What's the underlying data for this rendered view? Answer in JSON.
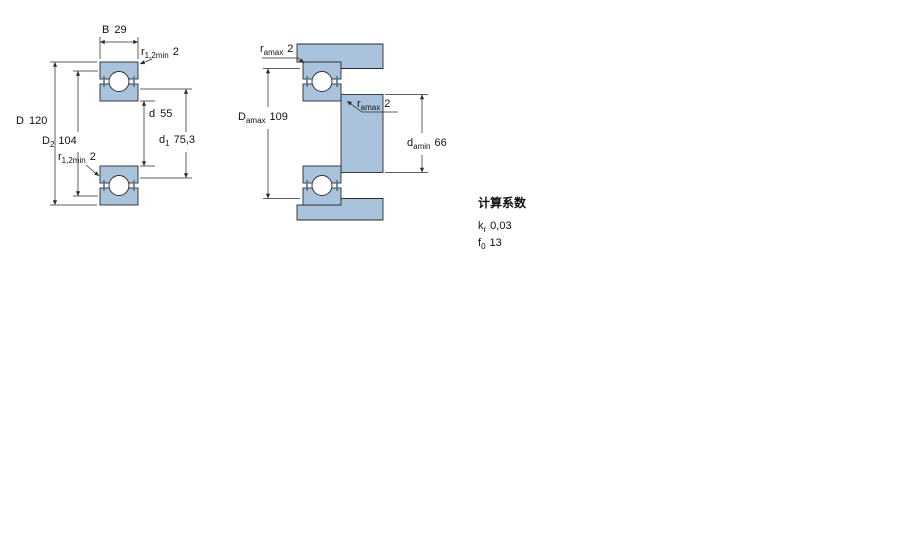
{
  "labels": {
    "b": {
      "sym": "B",
      "val": "29"
    },
    "r12_top": {
      "sym": "r",
      "sub": "1,2min",
      "val": "2"
    },
    "D": {
      "sym": "D",
      "val": "120"
    },
    "D2": {
      "sym": "D",
      "sub": "2",
      "val": "104"
    },
    "r12_bot": {
      "sym": "r",
      "sub": "1,2min",
      "val": "2"
    },
    "d": {
      "sym": "d",
      "val": "55"
    },
    "d1": {
      "sym": "d",
      "sub": "1",
      "val": "75,3"
    },
    "ra_top": {
      "sym": "r",
      "sub": "amax",
      "val": "2"
    },
    "Da": {
      "sym": "D",
      "sub": "amax",
      "val": "109"
    },
    "ra_mid": {
      "sym": "r",
      "sub": "amax",
      "val": "2"
    },
    "da": {
      "sym": "d",
      "sub": "amin",
      "val": "66"
    }
  },
  "factors": {
    "title": "计算系数",
    "kr": {
      "sym": "k",
      "sub": "r",
      "val": "0,03"
    },
    "f0": {
      "sym": "f",
      "sub": "0",
      "val": "13"
    }
  },
  "colors": {
    "bearing_fill": "#a9c3dd",
    "line": "#2b2b2b"
  }
}
